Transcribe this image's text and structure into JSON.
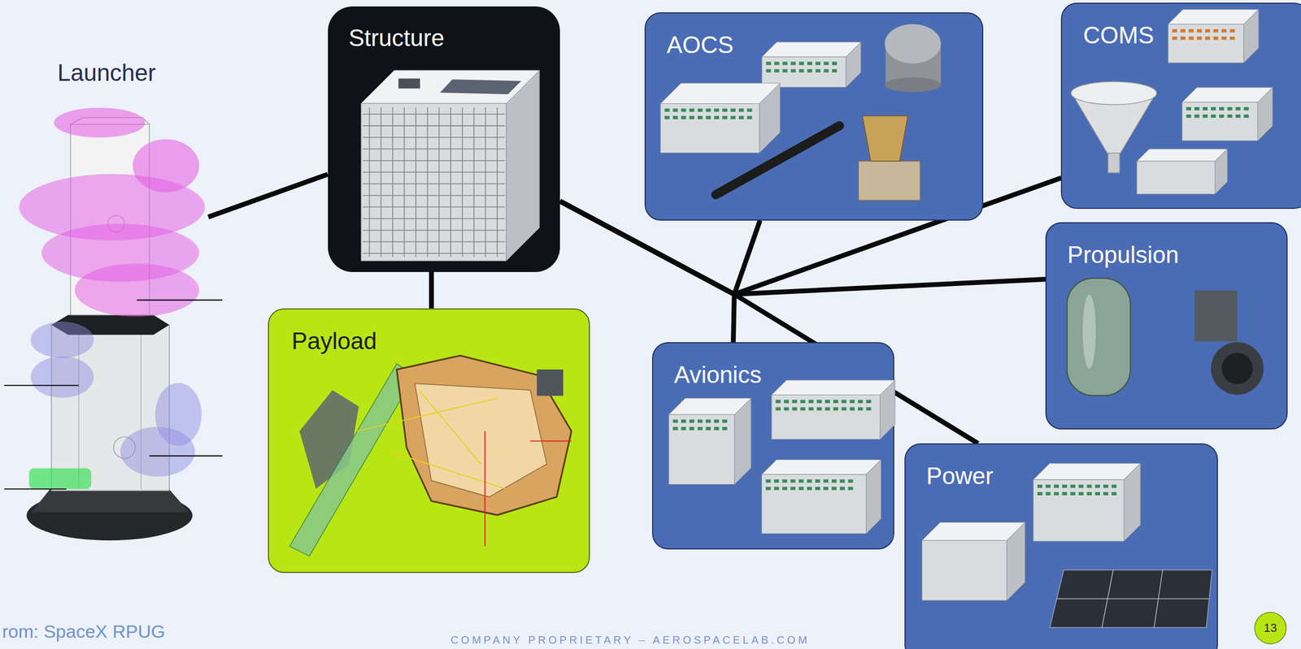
{
  "diagram": {
    "nodes": [
      {
        "text": [
          "Launcher"
        ]
      },
      {
        "text": [
          "Structure"
        ]
      },
      {
        "text": [
          "AOCS"
        ]
      },
      {
        "text": [
          "COMS"
        ]
      },
      {
        "text": [
          "Payload"
        ]
      },
      {
        "text": [
          "Propulsion"
        ]
      },
      {
        "text": [
          "Avionics"
        ]
      },
      {
        "text": [
          "Power"
        ]
      },
      {
        "text": [
          "13"
        ]
      }
    ],
    "edges": [
      {
        "from": 0,
        "to": 1,
        "arrow": "none"
      },
      {
        "from": 1,
        "to": 4,
        "arrow": "none"
      },
      {
        "from": 1,
        "to": 2,
        "arrow": "none"
      },
      {
        "from": 1,
        "to": 3,
        "arrow": "none"
      },
      {
        "from": 1,
        "to": 5,
        "arrow": "none"
      },
      {
        "from": 1,
        "to": 6,
        "arrow": "none"
      },
      {
        "from": 1,
        "to": 7,
        "arrow": "none"
      }
    ],
    "labels": [
      "rom: SpaceX RPUG",
      "COMPANY PROPRIETARY – AEROSPACELAB.COM"
    ]
  }
}
